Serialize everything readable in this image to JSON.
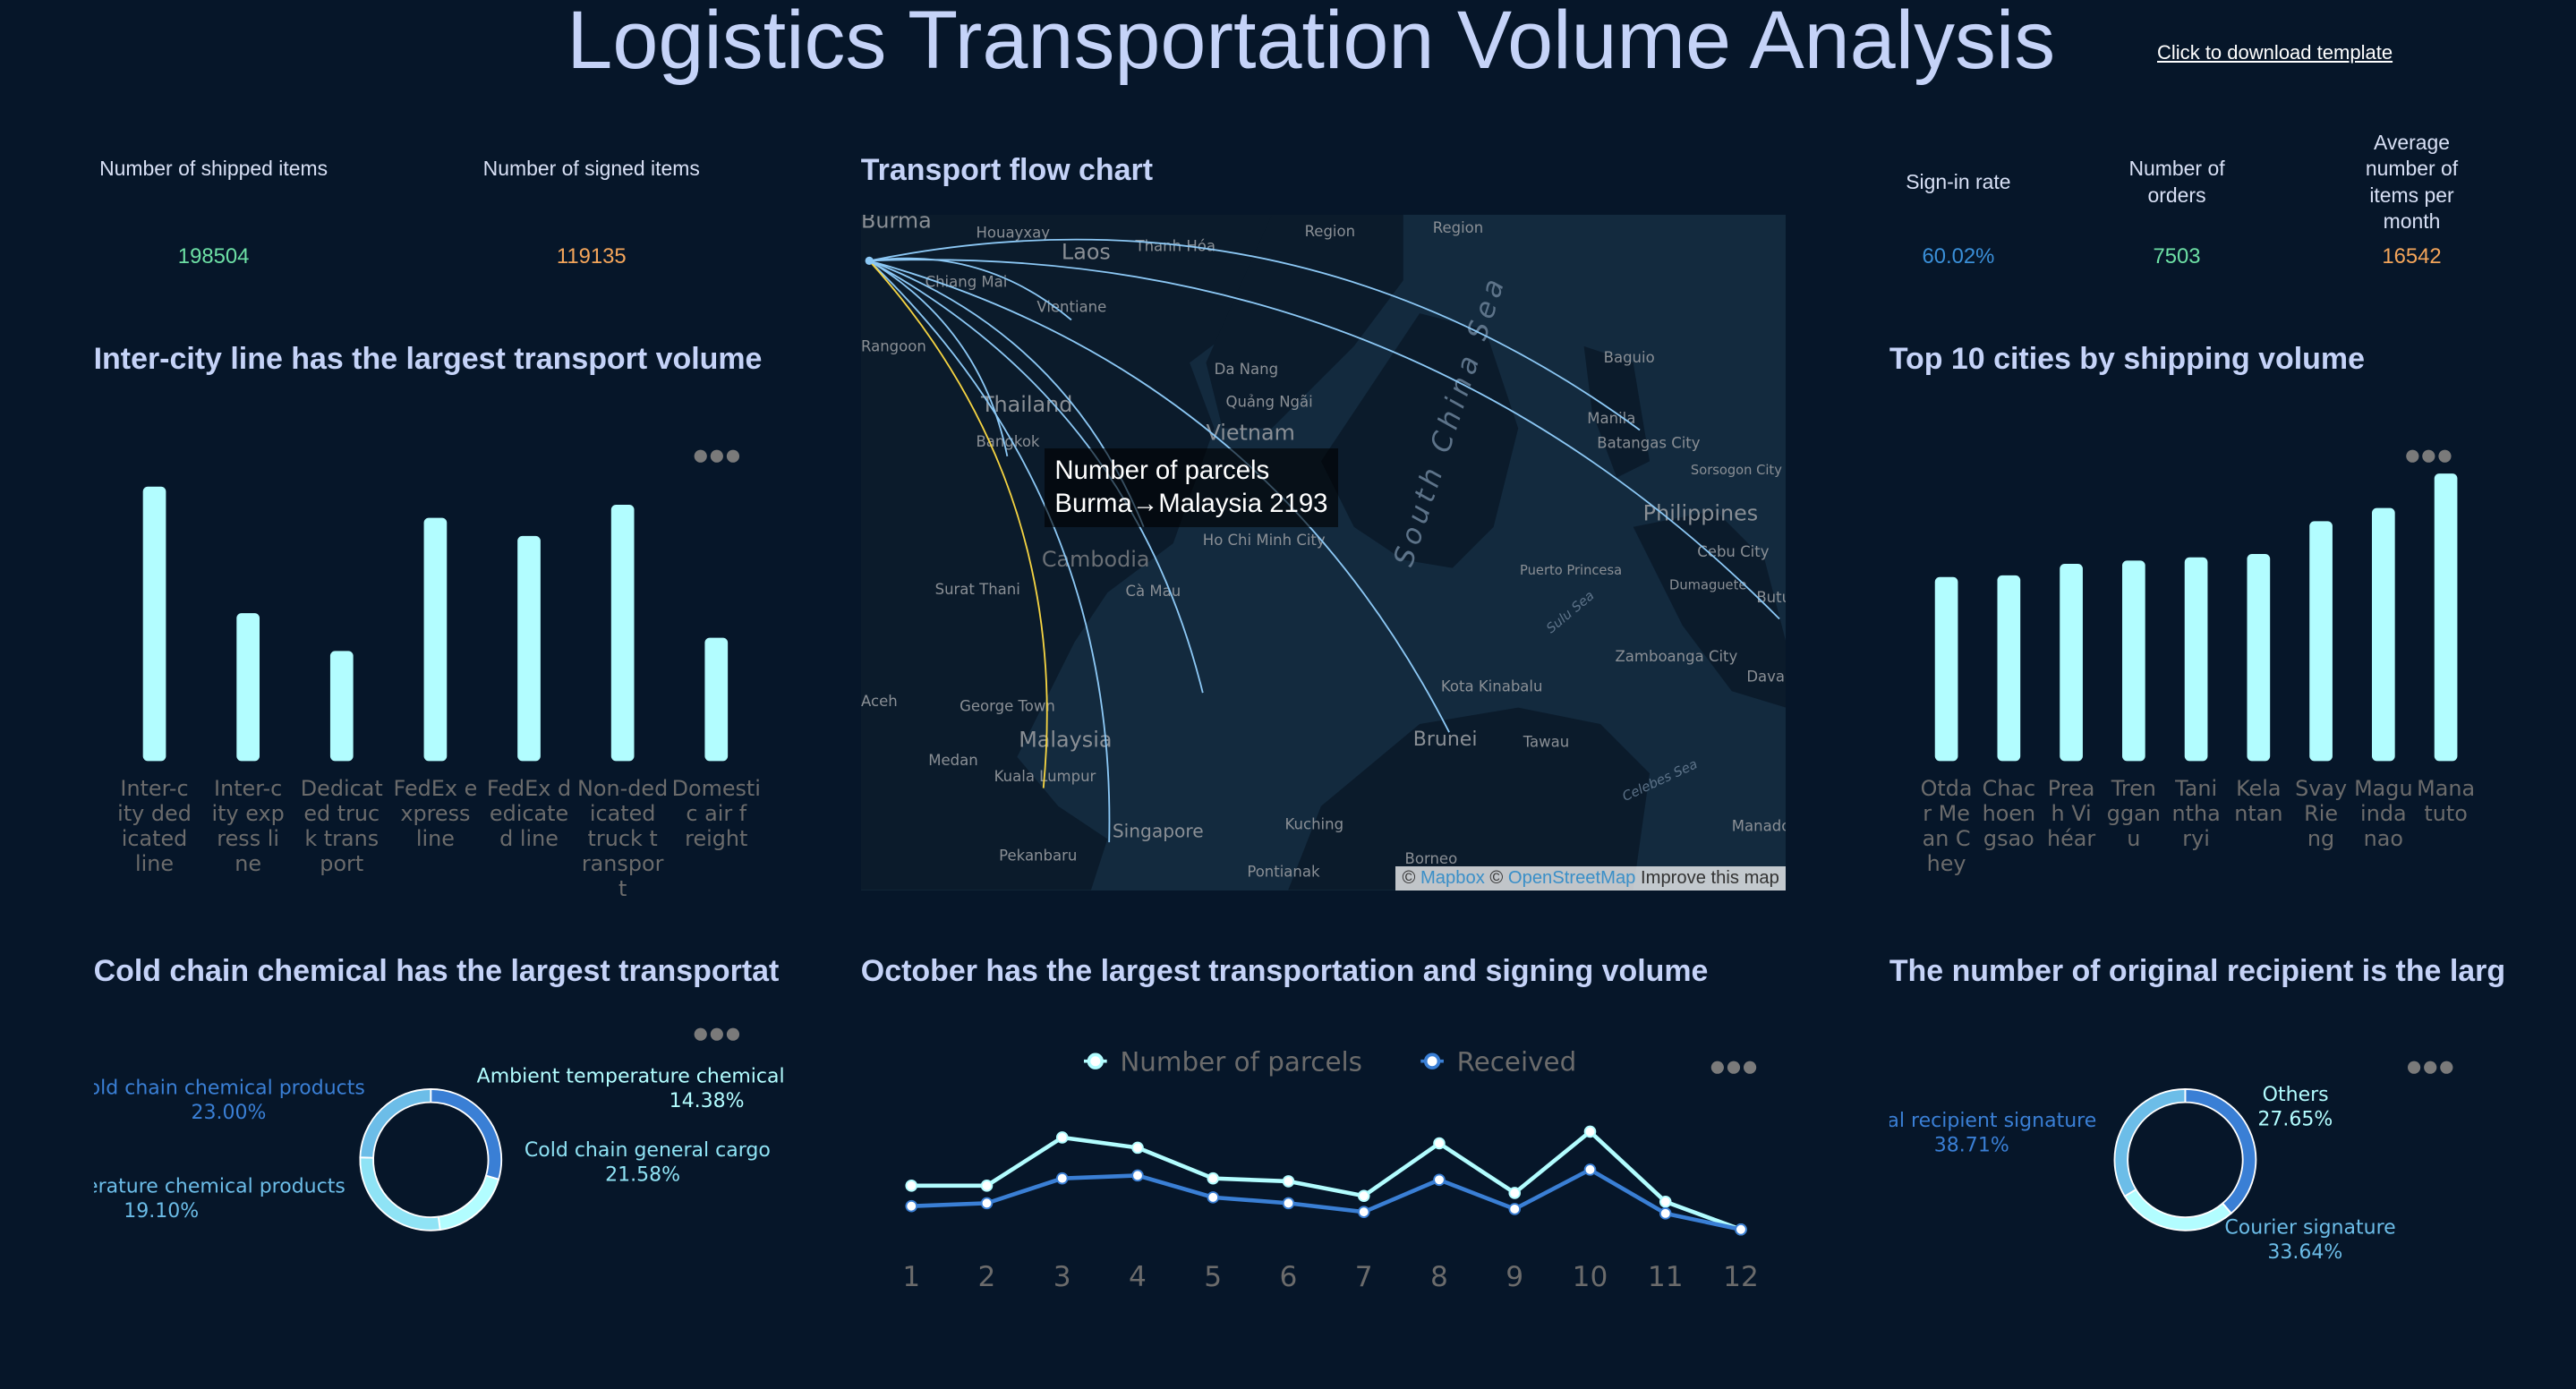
{
  "header": {
    "title": "Logistics Transportation Volume Analysis",
    "download_link": "Click to download template"
  },
  "stats_left": [
    {
      "label": "Number of shipped items",
      "value": "198504",
      "color": "#6de0a5"
    },
    {
      "label": "Number of signed items",
      "value": "119135",
      "color": "#f4a55a"
    }
  ],
  "stats_right": [
    {
      "label": "Sign-in rate",
      "value": "60.02%",
      "color": "#3a8fd8"
    },
    {
      "label": "Number of orders",
      "value": "7503",
      "color": "#6de0a5"
    },
    {
      "label": "Average number of items per month",
      "value": "16542",
      "color": "#f4a55a"
    }
  ],
  "map": {
    "title": "Transport flow chart",
    "tooltip": {
      "line1": "Number of parcels",
      "line2": "Burma→Malaysia 2193"
    },
    "attribution": {
      "prefix": "©",
      "mapbox": "Mapbox",
      "sep": "©",
      "osm": "OpenStreetMap",
      "improve": "Improve this map"
    },
    "labels": [
      "Burma",
      "Houayxay",
      "Laos",
      "Thanh Hóa",
      "Region",
      "Region",
      "Chiang Mai",
      "Vientiane",
      "Rangoon",
      "Da Nang",
      "Quảng Ngãi",
      "Thailand",
      "Vietnam",
      "Bangkok",
      "Baguio",
      "Manila",
      "Batangas City",
      "Sorsogon City",
      "Philippines",
      "Cebu City",
      "Dumaguete",
      "Butu",
      "Ho Chi Minh City",
      "Puerto Princesa",
      "Surat Thani",
      "Cà Mau",
      "Zamboanga City",
      "Davao",
      "Sulu Sea",
      "Kota Kinabalu",
      "Aceh",
      "George Town",
      "Malaysia",
      "Brunei",
      "Tawau",
      "Medan",
      "Kuala Lumpur",
      "Singapore",
      "Kuching",
      "Manado",
      "Pekanbaru",
      "Borneo",
      "Pontianak",
      "Celebes Sea",
      "South China Sea",
      "Cambodia"
    ],
    "flow_colors": {
      "default": "#8cc8f5",
      "highlight": "#f5d442"
    }
  },
  "chart_data": [
    {
      "type": "bar",
      "title": "Inter-city line has the largest transport volume",
      "categories": [
        "Inter-city dedicated line",
        "Inter-city express line",
        "Dedicated truck transport",
        "FedEx express line",
        "FedEx dedicated line",
        "Non-dedicated truck transport",
        "Domestic air freight"
      ],
      "values": [
        167,
        90,
        67,
        148,
        137,
        156,
        75
      ],
      "ylim": [
        0,
        180
      ],
      "grid": false,
      "bar_color": "#b2fdff",
      "label_color": "#6b6b6b",
      "wrap": 8
    },
    {
      "type": "bar",
      "title": "Top 10 cities by shipping volume",
      "categories": [
        "Otdar Mean Chey",
        "Chachoengsao",
        "Preah Vihéar",
        "Trengganu",
        "Tanintharyi",
        "Kelantan",
        "Svay Rieng",
        "Maguindanao",
        "Manatuto"
      ],
      "values": [
        112,
        113,
        120,
        122,
        124,
        126,
        146,
        154,
        175
      ],
      "ylim": [
        0,
        180
      ],
      "grid": false,
      "bar_color": "#b2fdff",
      "label_color": "#6b6b6b",
      "wrap": 4
    },
    {
      "type": "pie",
      "title": "Cold chain chemical has the largest transportat",
      "slices": [
        {
          "name": "Cold chain chemical products",
          "display": "Cold chain chemical products",
          "value": 23.0,
          "pct": "23.00%",
          "color": "#3a7fd5"
        },
        {
          "name": "Ambient temperature chemical",
          "display": "Ambient temperature chemical",
          "value": 14.38,
          "pct": "14.38%",
          "color": "#b2fdff"
        },
        {
          "name": "Cold chain general cargo",
          "display": "Cold chain general cargo",
          "value": 21.58,
          "pct": "21.58%",
          "color": "#8fe3f5"
        },
        {
          "name": "temperature chemical products",
          "display": "perature chemical products",
          "value": 19.1,
          "pct": "19.10%",
          "color": "#6cbde8"
        }
      ]
    },
    {
      "type": "line",
      "title": "October has the largest transportation and signing volume",
      "x": [
        "1",
        "2",
        "3",
        "4",
        "5",
        "6",
        "7",
        "8",
        "9",
        "10",
        "11",
        "12"
      ],
      "series": [
        {
          "name": "Number of parcels",
          "color": "#b2fdff",
          "values": [
            43,
            43,
            76,
            69,
            48,
            46,
            36,
            72,
            38,
            80,
            32,
            13
          ]
        },
        {
          "name": "Received",
          "color": "#3a7fd5",
          "values": [
            29,
            31,
            48,
            50,
            35,
            31,
            25,
            47,
            27,
            54,
            24,
            13
          ]
        }
      ],
      "ylim": [
        0,
        90
      ],
      "grid": false,
      "legend": "top-center",
      "tick_color": "#6b6b6b"
    },
    {
      "type": "pie",
      "title": "The number of original recipient is the larg",
      "slices": [
        {
          "name": "Original recipient signature",
          "display": "nal recipient signature",
          "value": 38.71,
          "pct": "38.71%",
          "color": "#3a7fd5"
        },
        {
          "name": "Others",
          "display": "Others",
          "value": 27.65,
          "pct": "27.65%",
          "color": "#b2fdff"
        },
        {
          "name": "Courier signature",
          "display": "Courier signature",
          "value": 33.64,
          "pct": "33.64%",
          "color": "#6cbde8"
        }
      ]
    }
  ],
  "icons": {
    "more": "more-horizontal-icon"
  }
}
